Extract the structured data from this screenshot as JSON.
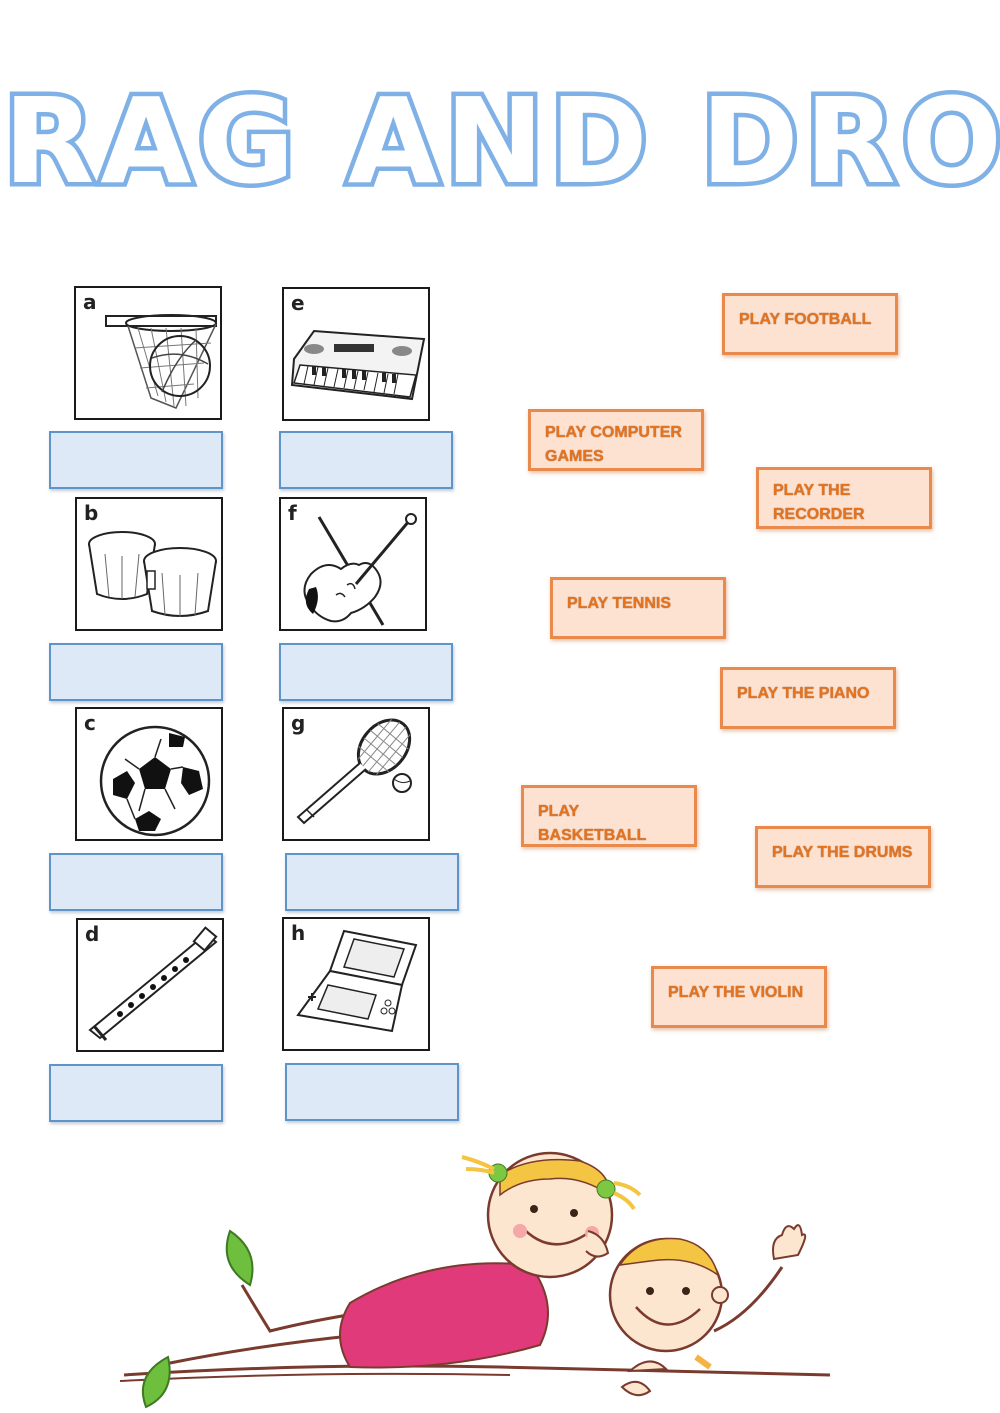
{
  "title": "DRAG AND DROP",
  "pictures": [
    {
      "letter": "a",
      "icon": "basketball-hoop-icon"
    },
    {
      "letter": "e",
      "icon": "keyboard-piano-icon"
    },
    {
      "letter": "b",
      "icon": "bongo-drums-icon"
    },
    {
      "letter": "f",
      "icon": "violin-icon"
    },
    {
      "letter": "c",
      "icon": "football-icon"
    },
    {
      "letter": "g",
      "icon": "tennis-racket-icon"
    },
    {
      "letter": "d",
      "icon": "recorder-icon"
    },
    {
      "letter": "h",
      "icon": "handheld-game-console-icon"
    }
  ],
  "cards": [
    {
      "line1": "PLAY FOOTBALL",
      "line2": ""
    },
    {
      "line1": "PLAY COMPUTER",
      "line2": "GAMES"
    },
    {
      "line1": "PLAY THE",
      "line2": "RECORDER"
    },
    {
      "line1": "PLAY TENNIS",
      "line2": ""
    },
    {
      "line1": "PLAY THE PIANO",
      "line2": ""
    },
    {
      "line1": "PLAY BASKETBALL",
      "line2": ""
    },
    {
      "line1": "PLAY THE DRUMS",
      "line2": ""
    },
    {
      "line1": "PLAY THE VIOLIN",
      "line2": ""
    }
  ],
  "colors": {
    "title_outline": "#7fb1e6",
    "drop_fill": "#dde9f7",
    "drop_border": "#5f94c9",
    "card_fill": "#fde2d2",
    "card_border": "#e98a4c",
    "card_text": "#e4731f"
  },
  "decoration": {
    "icon": "children-illustration-icon"
  }
}
